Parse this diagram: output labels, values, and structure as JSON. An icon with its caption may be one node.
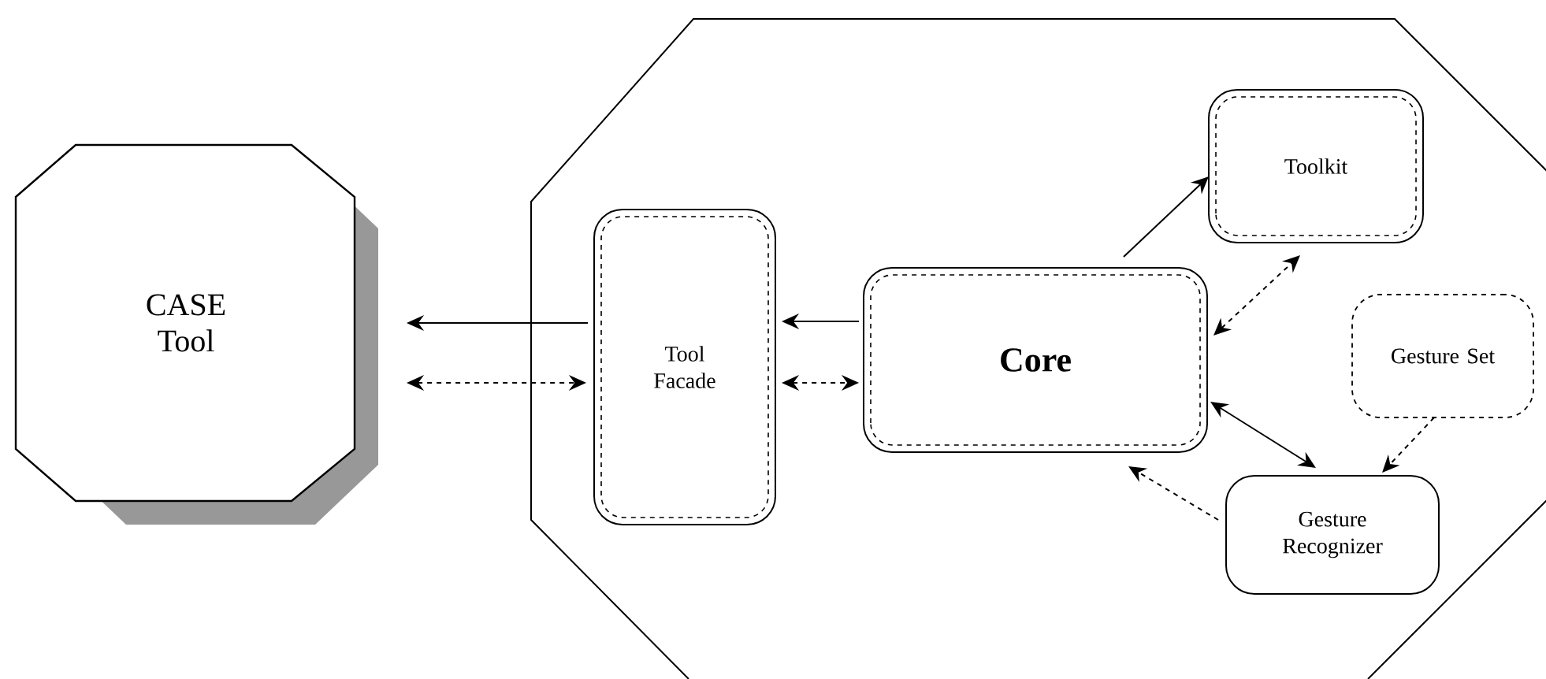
{
  "diagram": {
    "nodes": [
      {
        "text": [
          "CASE Tool"
        ]
      },
      {
        "text": [],
        "shape": "octagon"
      },
      {
        "text": [
          "Tool Facade"
        ],
        "in": 1
      },
      {
        "text": [
          "Core"
        ],
        "in": 1
      },
      {
        "text": [
          "Toolkit"
        ],
        "in": 1
      },
      {
        "text": [
          "Gesture Set"
        ],
        "in": 1
      },
      {
        "text": [
          "Gesture Recognizer"
        ],
        "in": 1
      }
    ],
    "edges": [
      {
        "from": 2,
        "to": 0,
        "arrow": "to"
      },
      {
        "from": 0,
        "to": 2,
        "arrow": "both",
        "style": "dashed"
      },
      {
        "from": 3,
        "to": 2,
        "arrow": "to"
      },
      {
        "from": 2,
        "to": 3,
        "arrow": "both",
        "style": "dashed"
      },
      {
        "from": 3,
        "to": 4,
        "arrow": "to"
      },
      {
        "from": 3,
        "to": 4,
        "arrow": "both",
        "style": "dashed"
      },
      {
        "from": 3,
        "to": 6,
        "arrow": "both"
      },
      {
        "from": 5,
        "to": 6,
        "arrow": "to",
        "style": "dashed"
      },
      {
        "from": 6,
        "to": 3,
        "arrow": "to",
        "style": "dashed"
      }
    ]
  }
}
